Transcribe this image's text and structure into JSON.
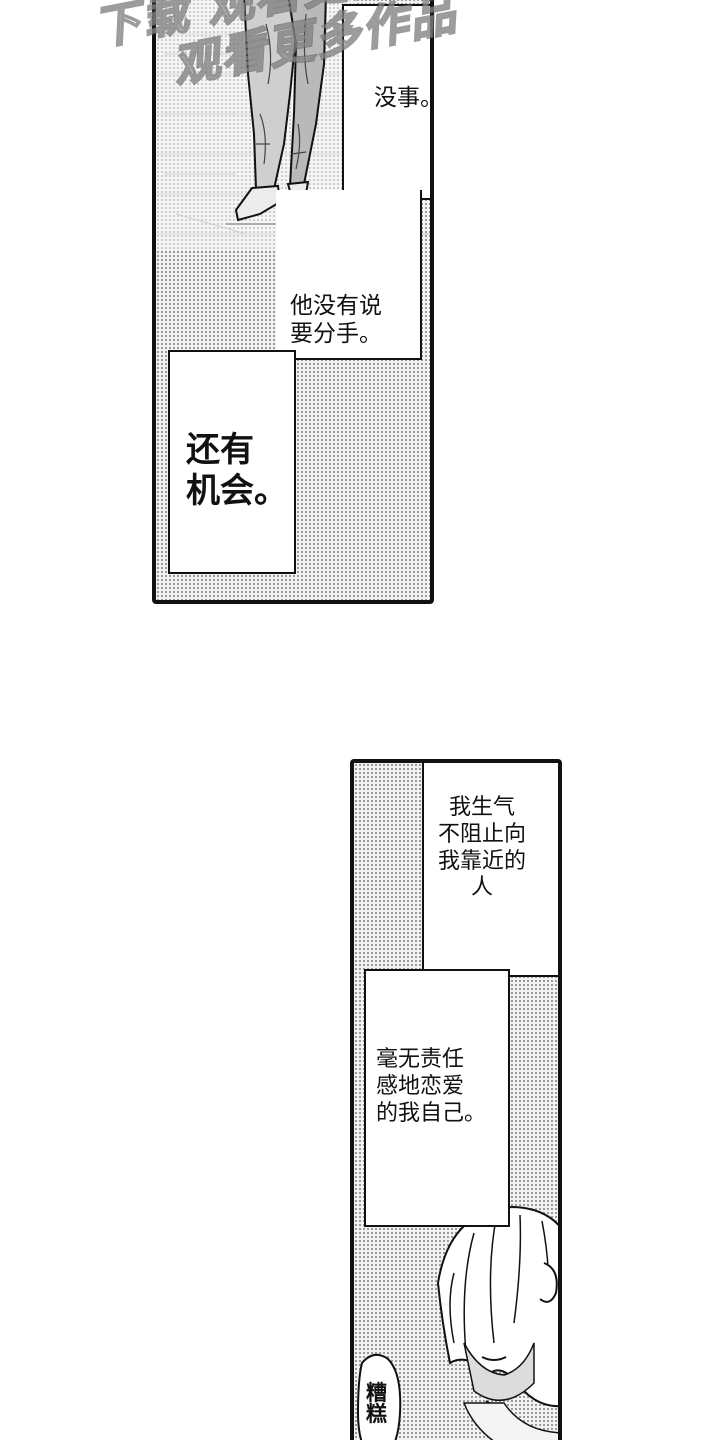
{
  "watermark": {
    "line1": "下载  观看更多作品",
    "line2": "观看更多作品"
  },
  "panel_top": {
    "captions": [
      {
        "text": "没事。"
      },
      {
        "text": "他没有说\n要分手。"
      },
      {
        "text": "还有\n机会。"
      }
    ]
  },
  "panel_bottom": {
    "captions": [
      {
        "text": "我生气\n不阻止向\n我靠近的\n人"
      },
      {
        "text": "毫无责任\n感地恋爱\n的我自己。"
      }
    ],
    "sfx": "糟\n糕"
  }
}
